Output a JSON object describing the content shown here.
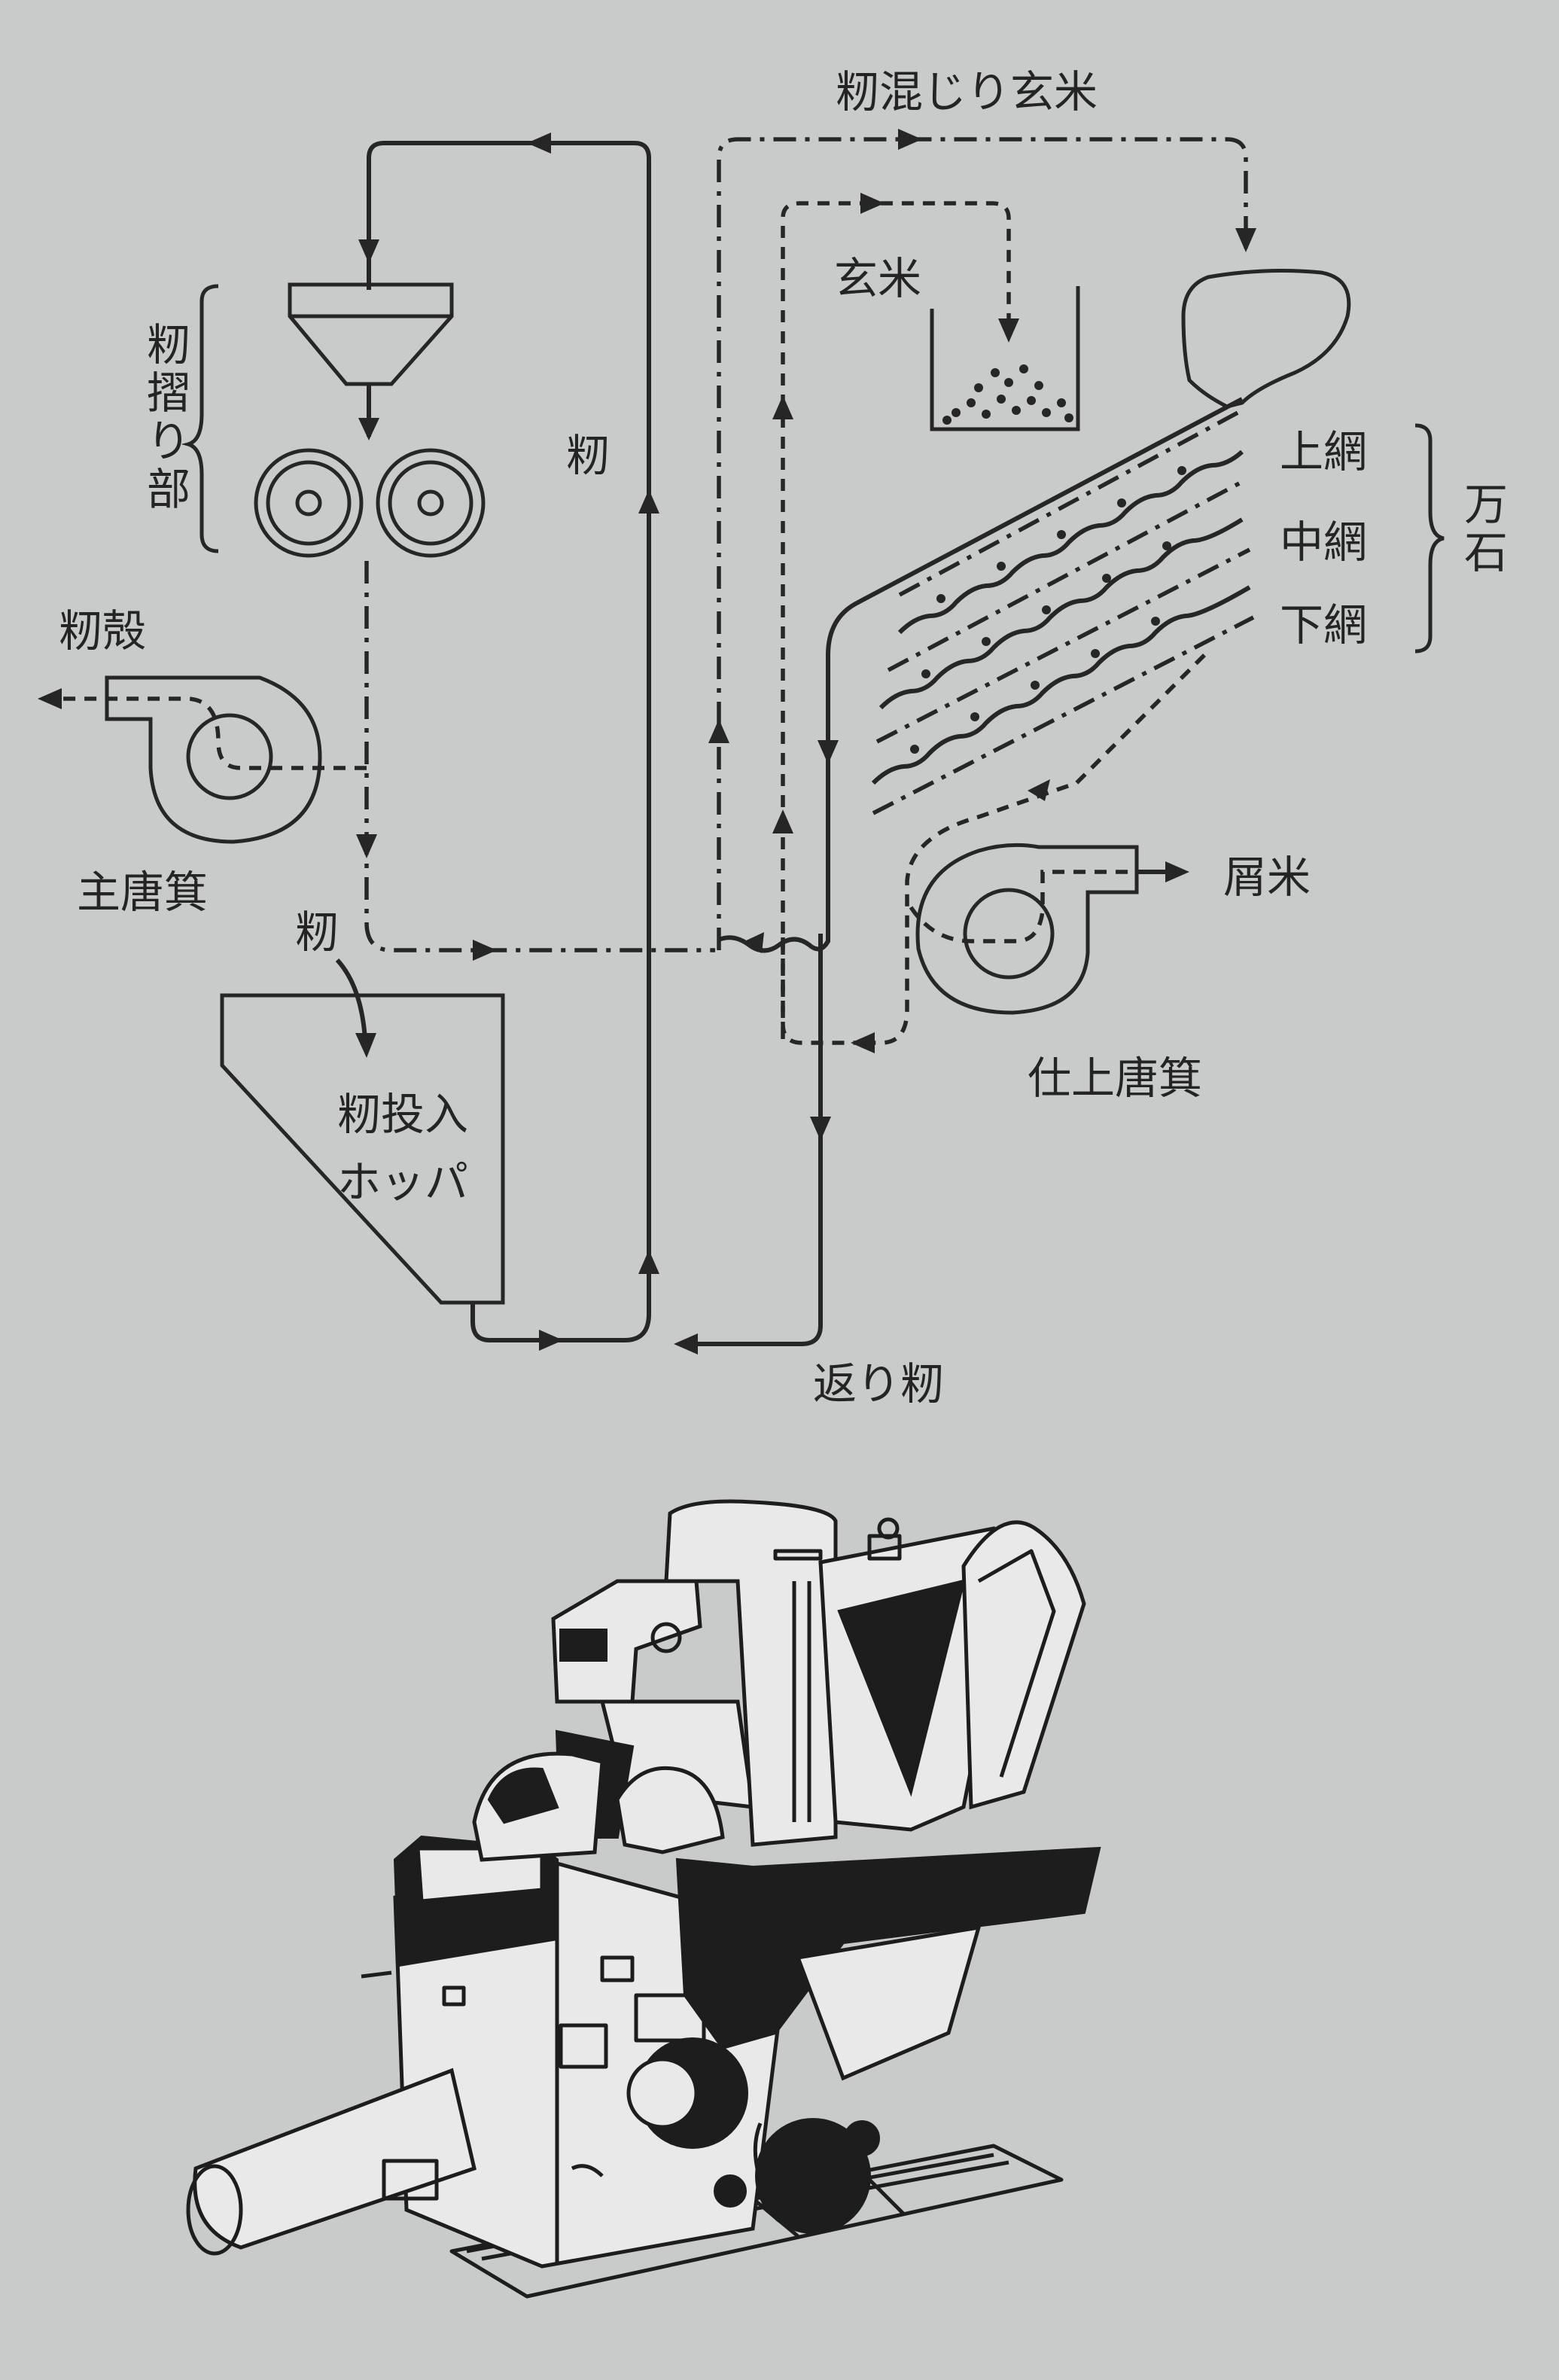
{
  "labels": {
    "hulling_part": "籾摺り部",
    "paddy_top": "籾",
    "husk": "籾殻",
    "main_winnower": "主唐箕",
    "paddy_bottom": "籾",
    "hopper_line1": "籾投入",
    "hopper_line2": "ホッパ",
    "mixed_brown_rice": "籾混じり玄米",
    "brown_rice": "玄米",
    "upper_net": "上網",
    "middle_net": "中網",
    "lower_net": "下網",
    "separator": "万石",
    "broken_rice": "屑米",
    "finishing_winnower": "仕上唐箕",
    "returned_paddy": "返り籾"
  },
  "icons": {
    "hopper": "hopper-funnel-icon",
    "rollers": "rubber-roll-icon",
    "fan": "winnower-fan-icon",
    "machine": "rice-huller-machine-illustration"
  },
  "colors": {
    "background": "#c9cbcb",
    "ink": "#262626"
  }
}
